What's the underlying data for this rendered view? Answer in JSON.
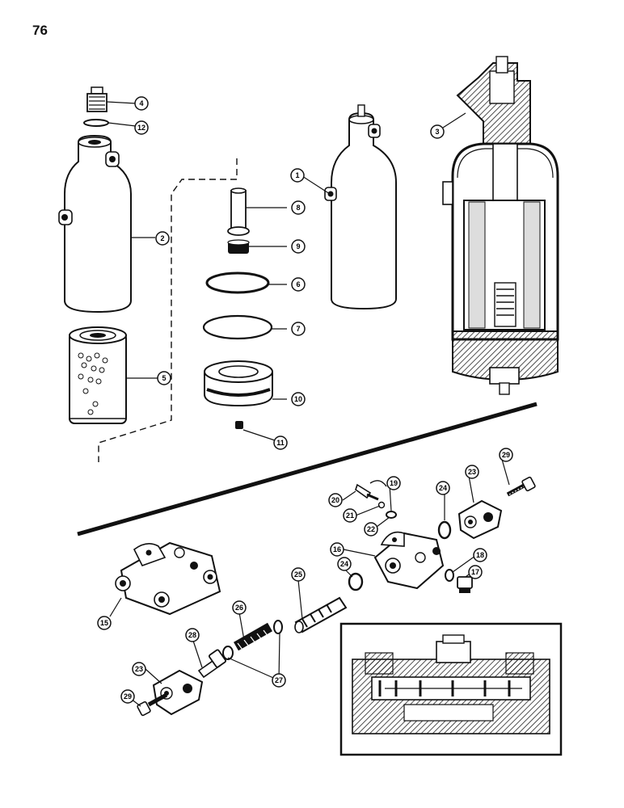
{
  "page": {
    "number": "76"
  },
  "callouts": [
    {
      "id": "c4",
      "label": "4"
    },
    {
      "id": "c12",
      "label": "12"
    },
    {
      "id": "c2",
      "label": "2"
    },
    {
      "id": "c5",
      "label": "5"
    },
    {
      "id": "c8",
      "label": "8"
    },
    {
      "id": "c9",
      "label": "9"
    },
    {
      "id": "c6",
      "label": "6"
    },
    {
      "id": "c7",
      "label": "7"
    },
    {
      "id": "c10",
      "label": "10"
    },
    {
      "id": "c11",
      "label": "11"
    },
    {
      "id": "c1",
      "label": "1"
    },
    {
      "id": "c3",
      "label": "3"
    },
    {
      "id": "c29a",
      "label": "29"
    },
    {
      "id": "c23a",
      "label": "23"
    },
    {
      "id": "c24a",
      "label": "24"
    },
    {
      "id": "c19",
      "label": "19"
    },
    {
      "id": "c20",
      "label": "20"
    },
    {
      "id": "c21",
      "label": "21"
    },
    {
      "id": "c22",
      "label": "22"
    },
    {
      "id": "c16",
      "label": "16"
    },
    {
      "id": "c24b",
      "label": "24"
    },
    {
      "id": "c18",
      "label": "18"
    },
    {
      "id": "c17",
      "label": "17"
    },
    {
      "id": "c25",
      "label": "25"
    },
    {
      "id": "c15",
      "label": "15"
    },
    {
      "id": "c26",
      "label": "26"
    },
    {
      "id": "c28",
      "label": "28"
    },
    {
      "id": "c27",
      "label": "27"
    },
    {
      "id": "c23b",
      "label": "23"
    },
    {
      "id": "c29b",
      "label": "29"
    }
  ]
}
